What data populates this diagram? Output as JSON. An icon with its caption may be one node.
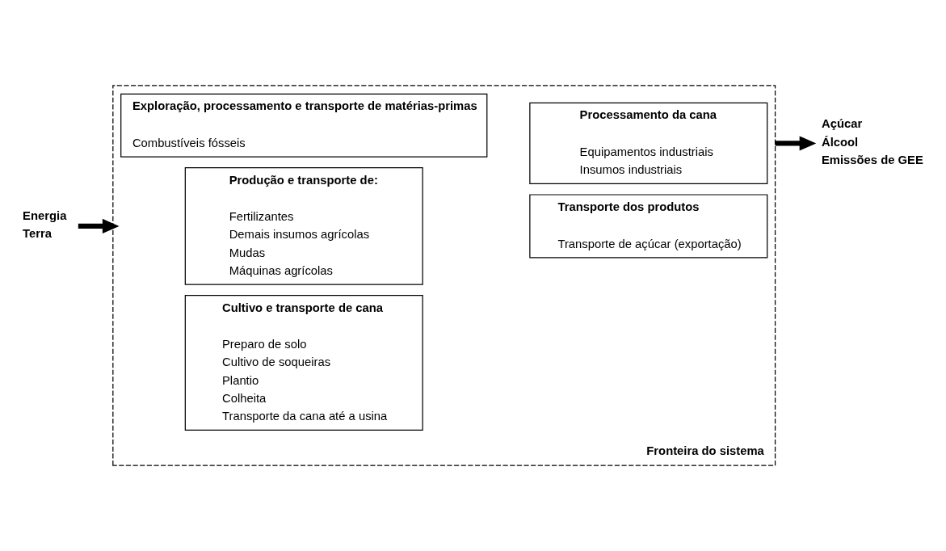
{
  "diagram": {
    "nodes": [
      {
        "text": [
          "Fronteira do sistema"
        ]
      },
      {
        "text": [
          "Exploração, processamento e transporte de matérias-primas",
          "Combustíveis fósseis"
        ],
        "in": 0
      },
      {
        "text": [
          "Produção e transporte de:",
          "Fertilizantes",
          "Demais insumos agrícolas",
          "Mudas",
          "Máquinas agrícolas"
        ],
        "in": 0
      },
      {
        "text": [
          "Cultivo e transporte de cana",
          "Preparo de solo",
          "Cultivo de soqueiras",
          "Plantio",
          "Colheita",
          "Transporte da cana até a usina"
        ],
        "in": 0
      },
      {
        "text": [
          "Processamento da cana",
          "Equipamentos industriais",
          "Insumos industriais"
        ],
        "in": 0
      },
      {
        "text": [
          "Transporte dos produtos",
          "Transporte de açúcar (exportação)"
        ],
        "in": 0
      },
      {
        "text": [
          "Energia",
          "Terra"
        ]
      },
      {
        "text": [
          "Açúcar",
          "Álcool",
          "Emissões de GEE"
        ]
      }
    ],
    "edges": [
      {
        "from": 6,
        "to": 0,
        "arrow": "to"
      },
      {
        "from": 0,
        "to": 7,
        "arrow": "to"
      }
    ]
  }
}
